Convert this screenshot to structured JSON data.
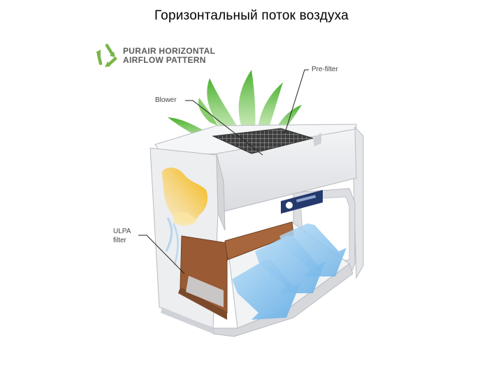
{
  "slide": {
    "title": "Горизонтальный поток воздуха"
  },
  "logo": {
    "text": "PURAIR HORIZONTAL\nAIRFLOW PATTERN",
    "icon": "recycle-icon",
    "color": "#7ab648"
  },
  "callouts": {
    "prefilter": "Pre-filter",
    "blower": "Blower",
    "ulpa_line1": "ULPA",
    "ulpa_line2": "filter"
  },
  "colors": {
    "airflow_green": "#5bbd3c",
    "airflow_yellow": "#f5b800",
    "airflow_blue": "#8ec5ee",
    "filter_brown": "#9a5a34",
    "cabinet_gray": "#e6e7ea",
    "badge_navy": "#243a6e"
  }
}
